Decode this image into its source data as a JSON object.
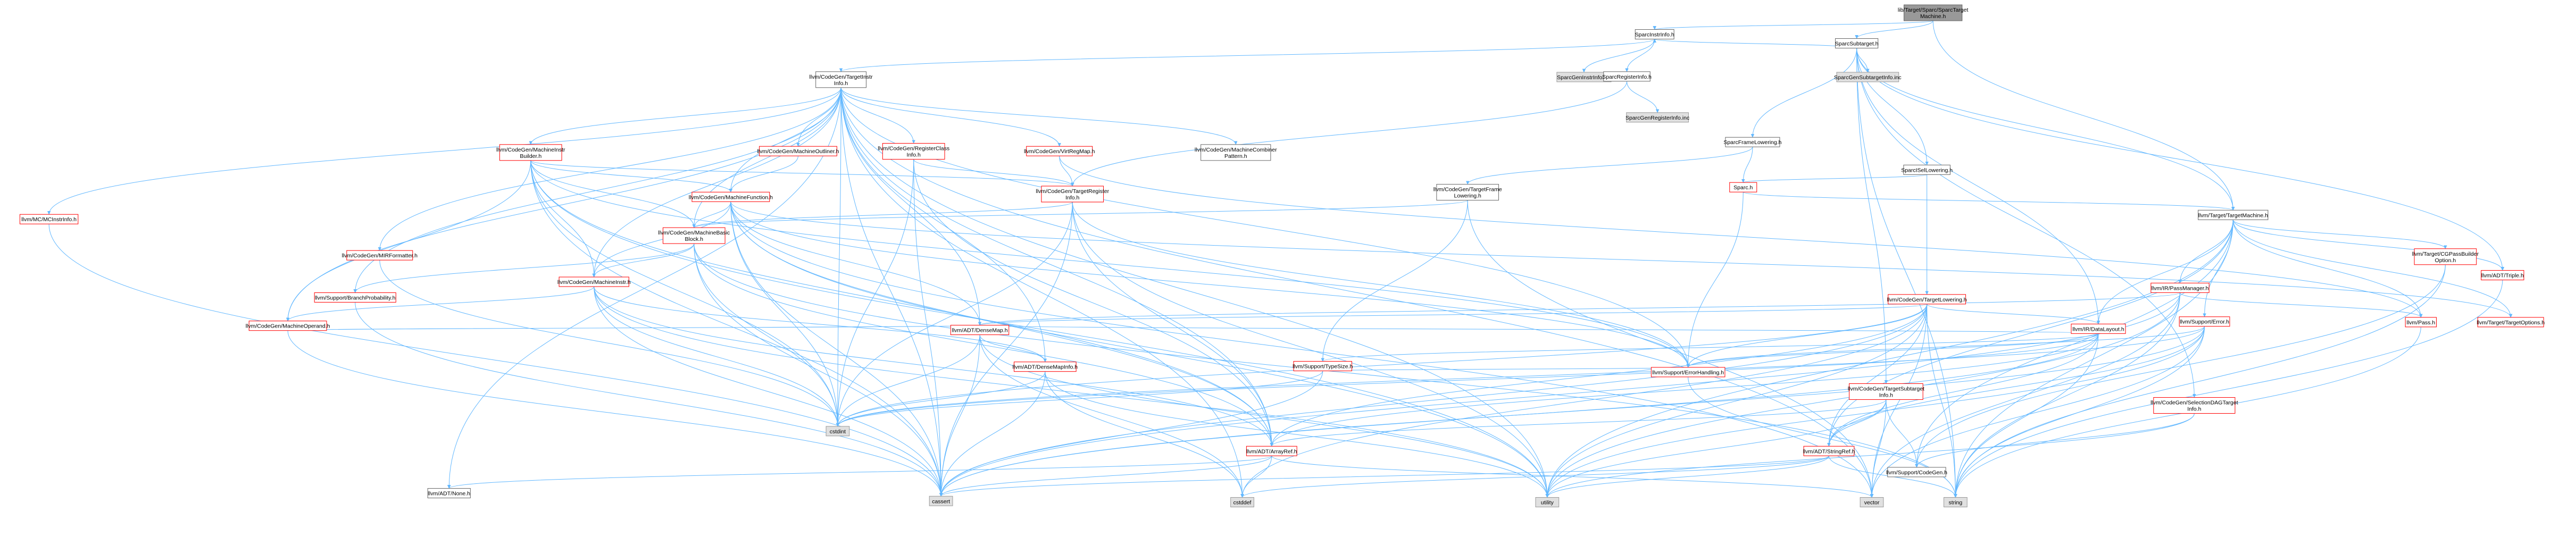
{
  "title": "lib/Target/Sparc/SparcTargetMachine.h",
  "colors": {
    "root_fill": "#999999",
    "root_border": "#666666",
    "red_border": "#ff0000",
    "gray_fill": "#e0e0e0",
    "gray_border": "#999999",
    "normal_border": "#666666",
    "edge": "#63b8ff",
    "text": "#000000"
  },
  "nodes": [
    {
      "id": "root",
      "lines": [
        "lib/Target/Sparc/SparcTarget",
        "Machine.h"
      ],
      "style": "root"
    },
    {
      "id": "SparcInstrInfo",
      "lines": [
        "SparcInstrInfo.h"
      ],
      "style": "normal"
    },
    {
      "id": "SparcSubtarget",
      "lines": [
        "SparcSubtarget.h"
      ],
      "style": "normal"
    },
    {
      "id": "TargetMachine",
      "lines": [
        "llvm/Target/TargetMachine.h"
      ],
      "style": "normal"
    },
    {
      "id": "SparcGenInstrInfo",
      "lines": [
        "SparcGenInstrInfo.inc"
      ],
      "style": "gray"
    },
    {
      "id": "TargetInstrInfo",
      "lines": [
        "llvm/CodeGen/TargetInstr",
        "Info.h"
      ],
      "style": "normal"
    },
    {
      "id": "SparcRegisterInfo",
      "lines": [
        "SparcRegisterInfo.h"
      ],
      "style": "normal"
    },
    {
      "id": "SparcGenSubtargetInfo",
      "lines": [
        "SparcGenSubtargetInfo.inc"
      ],
      "style": "gray"
    },
    {
      "id": "SparcFrameLowering",
      "lines": [
        "SparcFrameLowering.h"
      ],
      "style": "normal"
    },
    {
      "id": "SparcISelLowering",
      "lines": [
        "SparcISelLowering.h"
      ],
      "style": "normal"
    },
    {
      "id": "SparcGenRegisterInfo",
      "lines": [
        "SparcGenRegisterInfo.inc"
      ],
      "style": "gray"
    },
    {
      "id": "MachineInstrBuilder",
      "lines": [
        "llvm/CodeGen/MachineInstr",
        "Builder.h"
      ],
      "style": "red"
    },
    {
      "id": "MachineOutliner",
      "lines": [
        "llvm/CodeGen/MachineOutliner.h"
      ],
      "style": "red"
    },
    {
      "id": "RegisterClassInfo",
      "lines": [
        "llvm/CodeGen/RegisterClass",
        "Info.h"
      ],
      "style": "red"
    },
    {
      "id": "VirtRegMap",
      "lines": [
        "llvm/CodeGen/VirtRegMap.h"
      ],
      "style": "red"
    },
    {
      "id": "MachineCombinerPattern",
      "lines": [
        "llvm/CodeGen/MachineCombiner",
        "Pattern.h"
      ],
      "style": "normal"
    },
    {
      "id": "TargetFrameLowering",
      "lines": [
        "llvm/CodeGen/TargetFrame",
        "Lowering.h"
      ],
      "style": "normal"
    },
    {
      "id": "MCInstrInfo",
      "lines": [
        "llvm/MC/MCInstrInfo.h"
      ],
      "style": "red"
    },
    {
      "id": "MIRFormatter",
      "lines": [
        "llvm/CodeGen/MIRFormatter.h"
      ],
      "style": "red"
    },
    {
      "id": "MachineFunction",
      "lines": [
        "llvm/CodeGen/MachineFunction.h"
      ],
      "style": "red"
    },
    {
      "id": "TargetRegisterInfo",
      "lines": [
        "llvm/CodeGen/TargetRegister",
        "Info.h"
      ],
      "style": "red"
    },
    {
      "id": "MachineBasicBlock",
      "lines": [
        "llvm/CodeGen/MachineBasic",
        "Block.h"
      ],
      "style": "red"
    },
    {
      "id": "BranchProbability",
      "lines": [
        "llvm/Support/BranchProbability.h"
      ],
      "style": "red"
    },
    {
      "id": "MachineInstr",
      "lines": [
        "llvm/CodeGen/MachineInstr.h"
      ],
      "style": "red"
    },
    {
      "id": "MachineOperand",
      "lines": [
        "llvm/CodeGen/MachineOperand.h"
      ],
      "style": "red"
    },
    {
      "id": "SparcH",
      "lines": [
        "Sparc.h"
      ],
      "style": "red"
    },
    {
      "id": "TargetLowering",
      "lines": [
        "llvm/CodeGen/TargetLowering.h"
      ],
      "style": "red"
    },
    {
      "id": "IRPassManager",
      "lines": [
        "llvm/IR/PassManager.h"
      ],
      "style": "red"
    },
    {
      "id": "CGPassBuilderOption",
      "lines": [
        "llvm/Target/CGPassBuilder",
        "Option.h"
      ],
      "style": "red"
    },
    {
      "id": "TripleH",
      "lines": [
        "llvm/ADT/Triple.h"
      ],
      "style": "red"
    },
    {
      "id": "SupportError",
      "lines": [
        "llvm/Support/Error.h"
      ],
      "style": "red"
    },
    {
      "id": "PassH",
      "lines": [
        "llvm/Pass.h"
      ],
      "style": "red"
    },
    {
      "id": "TargetOptions",
      "lines": [
        "llvm/Target/TargetOptions.h"
      ],
      "style": "red"
    },
    {
      "id": "DataLayout",
      "lines": [
        "llvm/IR/DataLayout.h"
      ],
      "style": "red"
    },
    {
      "id": "DenseMap",
      "lines": [
        "llvm/ADT/DenseMap.h"
      ],
      "style": "red"
    },
    {
      "id": "DenseMapInfo",
      "lines": [
        "llvm/ADT/DenseMapInfo.h"
      ],
      "style": "red"
    },
    {
      "id": "TypeSize",
      "lines": [
        "llvm/Support/TypeSize.h"
      ],
      "style": "red"
    },
    {
      "id": "ErrorHandling",
      "lines": [
        "llvm/Support/ErrorHandling.h"
      ],
      "style": "red"
    },
    {
      "id": "TargetSubtargetInfo",
      "lines": [
        "llvm/CodeGen/TargetSubtarget",
        "Info.h"
      ],
      "style": "red"
    },
    {
      "id": "SelectionDAGTargetInfo",
      "lines": [
        "llvm/CodeGen/SelectionDAGTarget",
        "Info.h"
      ],
      "style": "red"
    },
    {
      "id": "ArrayRef",
      "lines": [
        "llvm/ADT/ArrayRef.h"
      ],
      "style": "red"
    },
    {
      "id": "StringRef",
      "lines": [
        "llvm/ADT/StringRef.h"
      ],
      "style": "red"
    },
    {
      "id": "CodeGenH",
      "lines": [
        "llvm/Support/CodeGen.h"
      ],
      "style": "normal"
    },
    {
      "id": "NoneH",
      "lines": [
        "llvm/ADT/None.h"
      ],
      "style": "normal"
    },
    {
      "id": "cstdint",
      "lines": [
        "cstdint"
      ],
      "style": "gray"
    },
    {
      "id": "cassert",
      "lines": [
        "cassert"
      ],
      "style": "gray"
    },
    {
      "id": "cstddef",
      "lines": [
        "cstddef"
      ],
      "style": "gray"
    },
    {
      "id": "utility",
      "lines": [
        "utility"
      ],
      "style": "gray"
    },
    {
      "id": "vector",
      "lines": [
        "vector"
      ],
      "style": "gray"
    },
    {
      "id": "string",
      "lines": [
        "string"
      ],
      "style": "gray"
    }
  ],
  "edges": [
    [
      "root",
      "SparcInstrInfo"
    ],
    [
      "root",
      "SparcSubtarget"
    ],
    [
      "root",
      "TargetMachine"
    ],
    [
      "SparcSubtarget",
      "SparcInstrInfo"
    ],
    [
      "SparcSubtarget",
      "SparcGenSubtargetInfo"
    ],
    [
      "SparcSubtarget",
      "SparcFrameLowering"
    ],
    [
      "SparcSubtarget",
      "SparcISelLowering"
    ],
    [
      "SparcSubtarget",
      "TargetMachine"
    ],
    [
      "SparcSubtarget",
      "TripleH"
    ],
    [
      "SparcSubtarget",
      "DataLayout"
    ],
    [
      "SparcSubtarget",
      "TargetSubtargetInfo"
    ],
    [
      "SparcSubtarget",
      "SelectionDAGTargetInfo"
    ],
    [
      "SparcSubtarget",
      "string"
    ],
    [
      "SparcInstrInfo",
      "SparcGenInstrInfo"
    ],
    [
      "SparcInstrInfo",
      "TargetInstrInfo"
    ],
    [
      "SparcInstrInfo",
      "SparcRegisterInfo"
    ],
    [
      "SparcRegisterInfo",
      "SparcGenRegisterInfo"
    ],
    [
      "SparcRegisterInfo",
      "TargetRegisterInfo"
    ],
    [
      "SparcFrameLowering",
      "TargetFrameLowering"
    ],
    [
      "SparcFrameLowering",
      "SparcH"
    ],
    [
      "SparcISelLowering",
      "SparcH"
    ],
    [
      "SparcISelLowering",
      "TargetLowering"
    ],
    [
      "SparcH",
      "TargetMachine"
    ],
    [
      "SparcH",
      "ErrorHandling"
    ],
    [
      "TargetInstrInfo",
      "MachineInstrBuilder"
    ],
    [
      "TargetInstrInfo",
      "MachineOutliner"
    ],
    [
      "TargetInstrInfo",
      "RegisterClassInfo"
    ],
    [
      "TargetInstrInfo",
      "VirtRegMap"
    ],
    [
      "TargetInstrInfo",
      "MachineCombinerPattern"
    ],
    [
      "TargetInstrInfo",
      "MCInstrInfo"
    ],
    [
      "TargetInstrInfo",
      "MIRFormatter"
    ],
    [
      "TargetInstrInfo",
      "MachineFunction"
    ],
    [
      "TargetInstrInfo",
      "MachineBasicBlock"
    ],
    [
      "TargetInstrInfo",
      "MachineInstr"
    ],
    [
      "TargetInstrInfo",
      "MachineOperand"
    ],
    [
      "TargetInstrInfo",
      "BranchProbability"
    ],
    [
      "TargetInstrInfo",
      "DenseMap"
    ],
    [
      "TargetInstrInfo",
      "DenseMapInfo"
    ],
    [
      "TargetInstrInfo",
      "ArrayRef"
    ],
    [
      "TargetInstrInfo",
      "ErrorHandling"
    ],
    [
      "TargetInstrInfo",
      "cstdint"
    ],
    [
      "TargetInstrInfo",
      "cassert"
    ],
    [
      "TargetInstrInfo",
      "cstddef"
    ],
    [
      "TargetInstrInfo",
      "utility"
    ],
    [
      "TargetInstrInfo",
      "vector"
    ],
    [
      "TargetInstrInfo",
      "NoneH"
    ],
    [
      "MachineInstrBuilder",
      "MachineFunction"
    ],
    [
      "MachineInstrBuilder",
      "MachineBasicBlock"
    ],
    [
      "MachineInstrBuilder",
      "MachineInstr"
    ],
    [
      "MachineInstrBuilder",
      "MachineOperand"
    ],
    [
      "MachineInstrBuilder",
      "TargetRegisterInfo"
    ],
    [
      "MachineInstrBuilder",
      "ArrayRef"
    ],
    [
      "MachineInstrBuilder",
      "ErrorHandling"
    ],
    [
      "MachineInstrBuilder",
      "cassert"
    ],
    [
      "MachineInstrBuilder",
      "cstdint"
    ],
    [
      "MachineInstrBuilder",
      "utility"
    ],
    [
      "MachineOutliner",
      "MachineFunction"
    ],
    [
      "RegisterClassInfo",
      "TargetRegisterInfo"
    ],
    [
      "RegisterClassInfo",
      "ArrayRef"
    ],
    [
      "RegisterClassInfo",
      "cassert"
    ],
    [
      "RegisterClassInfo",
      "cstdint"
    ],
    [
      "VirtRegMap",
      "TargetRegisterInfo"
    ],
    [
      "VirtRegMap",
      "PassH"
    ],
    [
      "TargetFrameLowering",
      "MachineBasicBlock"
    ],
    [
      "TargetFrameLowering",
      "TypeSize"
    ],
    [
      "TargetFrameLowering",
      "vector"
    ],
    [
      "MCInstrInfo",
      "cassert"
    ],
    [
      "MIRFormatter",
      "cstdint"
    ],
    [
      "MachineFunction",
      "MachineBasicBlock"
    ],
    [
      "MachineFunction",
      "MachineInstr"
    ],
    [
      "MachineFunction",
      "DenseMap"
    ],
    [
      "MachineFunction",
      "ArrayRef"
    ],
    [
      "MachineFunction",
      "ErrorHandling"
    ],
    [
      "MachineFunction",
      "cassert"
    ],
    [
      "MachineFunction",
      "cstdint"
    ],
    [
      "MachineFunction",
      "utility"
    ],
    [
      "MachineFunction",
      "vector"
    ],
    [
      "MachineFunction",
      "TargetOptions"
    ],
    [
      "TargetRegisterInfo",
      "MachineBasicBlock"
    ],
    [
      "TargetRegisterInfo",
      "ArrayRef"
    ],
    [
      "TargetRegisterInfo",
      "cassert"
    ],
    [
      "TargetRegisterInfo",
      "cstdint"
    ],
    [
      "TargetRegisterInfo",
      "utility"
    ],
    [
      "TargetRegisterInfo",
      "ErrorHandling"
    ],
    [
      "MachineBasicBlock",
      "BranchProbability"
    ],
    [
      "MachineBasicBlock",
      "MachineInstr"
    ],
    [
      "MachineBasicBlock",
      "cassert"
    ],
    [
      "MachineBasicBlock",
      "cstdint"
    ],
    [
      "MachineBasicBlock",
      "string"
    ],
    [
      "MachineBasicBlock",
      "ArrayRef"
    ],
    [
      "BranchProbability",
      "cassert"
    ],
    [
      "MachineInstr",
      "MachineOperand"
    ],
    [
      "MachineInstr",
      "ArrayRef"
    ],
    [
      "MachineInstr",
      "DenseMapInfo"
    ],
    [
      "MachineInstr",
      "cassert"
    ],
    [
      "MachineInstr",
      "cstdint"
    ],
    [
      "MachineInstr",
      "utility"
    ],
    [
      "MachineOperand",
      "DenseMap"
    ],
    [
      "MachineOperand",
      "cassert"
    ],
    [
      "TargetLowering",
      "DenseMap"
    ],
    [
      "TargetLowering",
      "ArrayRef"
    ],
    [
      "TargetLowering",
      "StringRef"
    ],
    [
      "TargetLowering",
      "DataLayout"
    ],
    [
      "TargetLowering",
      "ErrorHandling"
    ],
    [
      "TargetLowering",
      "cassert"
    ],
    [
      "TargetLowering",
      "cstdint"
    ],
    [
      "TargetLowering",
      "utility"
    ],
    [
      "TargetLowering",
      "vector"
    ],
    [
      "TargetLowering",
      "string"
    ],
    [
      "TargetLowering",
      "cstddef"
    ],
    [
      "TargetMachine",
      "IRPassManager"
    ],
    [
      "TargetMachine",
      "CGPassBuilderOption"
    ],
    [
      "TargetMachine",
      "TripleH"
    ],
    [
      "TargetMachine",
      "SupportError"
    ],
    [
      "TargetMachine",
      "PassH"
    ],
    [
      "TargetMachine",
      "TargetOptions"
    ],
    [
      "TargetMachine",
      "DataLayout"
    ],
    [
      "TargetMachine",
      "StringRef"
    ],
    [
      "TargetMachine",
      "CodeGenH"
    ],
    [
      "TargetMachine",
      "string"
    ],
    [
      "TargetMachine",
      "utility"
    ],
    [
      "IRPassManager",
      "DenseMap"
    ],
    [
      "IRPassManager",
      "PassH"
    ],
    [
      "IRPassManager",
      "cassert"
    ],
    [
      "IRPassManager",
      "vector"
    ],
    [
      "IRPassManager",
      "utility"
    ],
    [
      "IRPassManager",
      "string"
    ],
    [
      "CGPassBuilderOption",
      "CodeGenH"
    ],
    [
      "CGPassBuilderOption",
      "string"
    ],
    [
      "TripleH",
      "string"
    ],
    [
      "SupportError",
      "ErrorHandling"
    ],
    [
      "SupportError",
      "cassert"
    ],
    [
      "SupportError",
      "cstdint"
    ],
    [
      "SupportError",
      "string"
    ],
    [
      "SupportError",
      "utility"
    ],
    [
      "SupportError",
      "vector"
    ],
    [
      "SupportError",
      "StringRef"
    ],
    [
      "PassH",
      "string"
    ],
    [
      "DataLayout",
      "DenseMap"
    ],
    [
      "DataLayout",
      "ArrayRef"
    ],
    [
      "DataLayout",
      "StringRef"
    ],
    [
      "DataLayout",
      "TypeSize"
    ],
    [
      "DataLayout",
      "ErrorHandling"
    ],
    [
      "DataLayout",
      "cassert"
    ],
    [
      "DataLayout",
      "cstdint"
    ],
    [
      "DataLayout",
      "string"
    ],
    [
      "DenseMap",
      "DenseMapInfo"
    ],
    [
      "DenseMap",
      "cassert"
    ],
    [
      "DenseMap",
      "cstddef"
    ],
    [
      "DenseMap",
      "utility"
    ],
    [
      "DenseMap",
      "cstdint"
    ],
    [
      "DenseMapInfo",
      "cassert"
    ],
    [
      "DenseMapInfo",
      "cstddef"
    ],
    [
      "DenseMapInfo",
      "cstdint"
    ],
    [
      "DenseMapInfo",
      "utility"
    ],
    [
      "TypeSize",
      "ErrorHandling"
    ],
    [
      "TypeSize",
      "cassert"
    ],
    [
      "TypeSize",
      "cstdint"
    ],
    [
      "ErrorHandling",
      "string"
    ],
    [
      "TargetSubtargetInfo",
      "ArrayRef"
    ],
    [
      "TargetSubtargetInfo",
      "StringRef"
    ],
    [
      "TargetSubtargetInfo",
      "CodeGenH"
    ],
    [
      "TargetSubtargetInfo",
      "vector"
    ],
    [
      "TargetSubtargetInfo",
      "utility"
    ],
    [
      "SelectionDAGTargetInfo",
      "CodeGenH"
    ],
    [
      "SelectionDAGTargetInfo",
      "utility"
    ],
    [
      "ArrayRef",
      "NoneH"
    ],
    [
      "ArrayRef",
      "cassert"
    ],
    [
      "ArrayRef",
      "cstddef"
    ],
    [
      "ArrayRef",
      "vector"
    ],
    [
      "StringRef",
      "cassert"
    ],
    [
      "StringRef",
      "cstddef"
    ],
    [
      "StringRef",
      "string"
    ],
    [
      "StringRef",
      "utility"
    ]
  ]
}
